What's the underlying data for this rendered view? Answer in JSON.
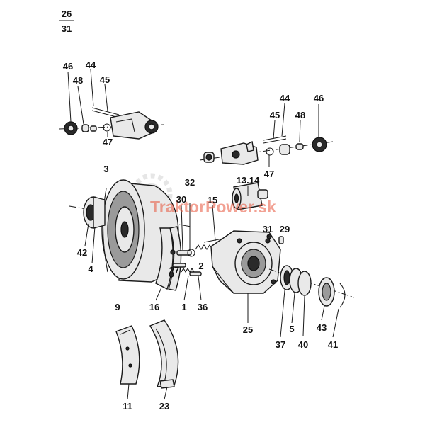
{
  "page": {
    "number_top": "26",
    "number_bottom": "31"
  },
  "watermark": {
    "text": "TraktorPower.sk",
    "color": "#e8553c"
  },
  "callouts": {
    "c1": "1",
    "c2": "2",
    "c3": "3",
    "c4": "4",
    "c5": "5",
    "c9": "9",
    "c11": "11",
    "c13_14": "13.14",
    "c15": "15",
    "c16": "16",
    "c23": "23",
    "c25": "25",
    "c27": "27",
    "c29": "29",
    "c30": "30",
    "c31": "31",
    "c32": "32",
    "c36": "36",
    "c37": "37",
    "c40": "40",
    "c41": "41",
    "c42": "42",
    "c43": "43",
    "c44a": "44",
    "c45a": "45",
    "c46a": "46",
    "c47a": "47",
    "c48a": "48",
    "c44b": "44",
    "c45b": "45",
    "c46b": "46",
    "c47b": "47",
    "c48b": "48"
  }
}
